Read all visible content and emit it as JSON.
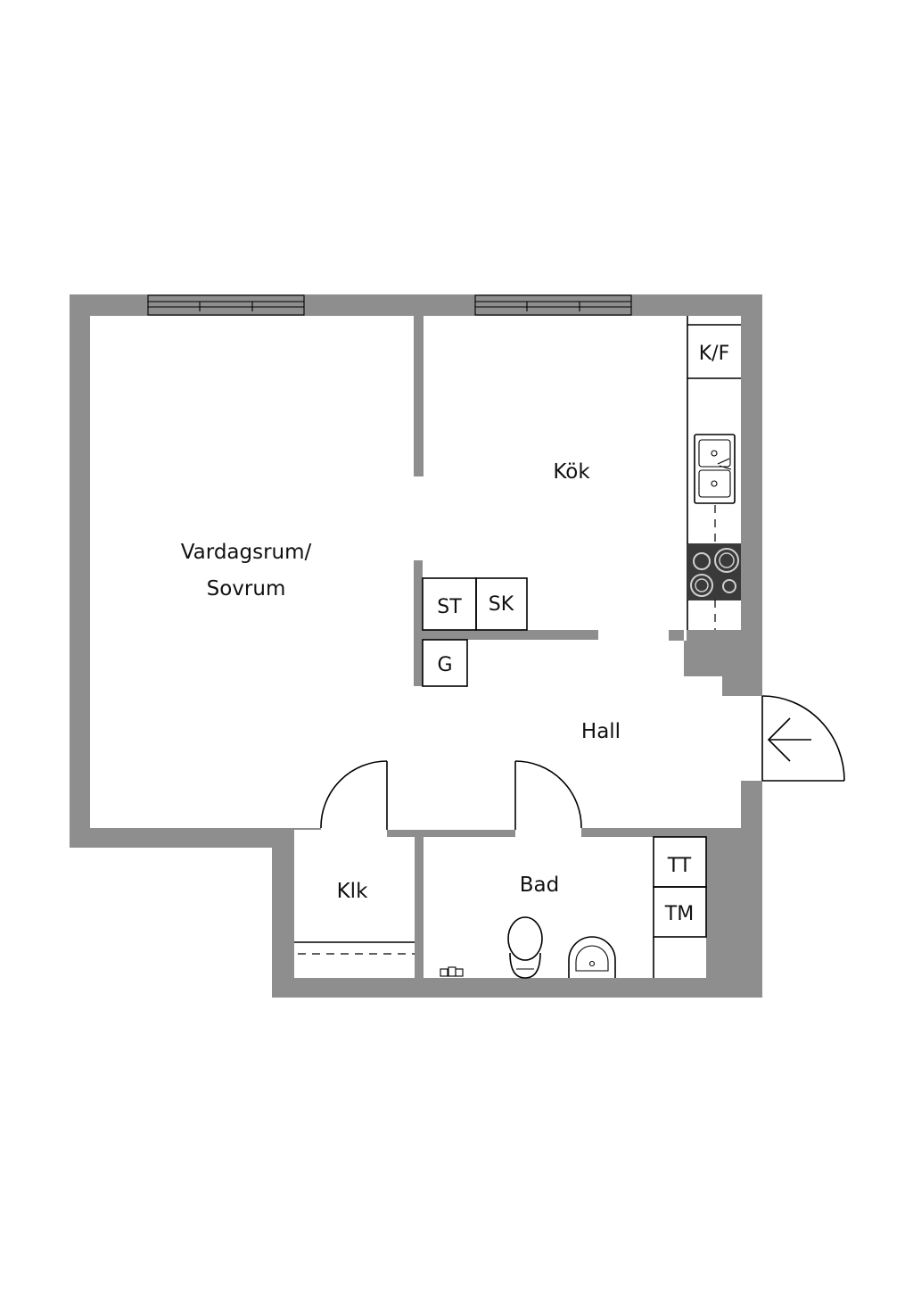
{
  "rooms": {
    "living": {
      "line1": "Vardagsrum/",
      "line2": "Sovrum"
    },
    "kitchen": "Kök",
    "hall": "Hall",
    "closet": "Klk",
    "bath": "Bad"
  },
  "fixtures": {
    "fridge_freezer": "K/F",
    "dishwasher": "ST",
    "wardrobe": "SK",
    "wardrobe_g": "G",
    "dryer": "TT",
    "washer": "TM"
  },
  "icons": [
    "window-icon",
    "sink-icon",
    "stove-icon",
    "toilet-icon",
    "washbasin-icon",
    "entrance-arrow-icon",
    "door-swing-icon"
  ],
  "colors": {
    "wall": "#8e8e8e",
    "stove": "#3a3a3a",
    "line": "#000000",
    "background": "#ffffff"
  }
}
